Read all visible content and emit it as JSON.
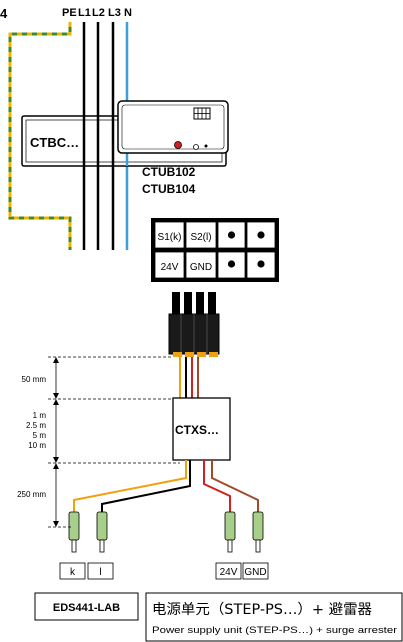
{
  "figure_number": "4",
  "conductors": {
    "pe": "PE",
    "l1": "L1",
    "l2": "L2",
    "l3": "L3",
    "n": "N"
  },
  "ct_body_label": "CTBC…",
  "ctub_models": [
    "CTUB102",
    "CTUB104"
  ],
  "terminal_block": {
    "top_row": [
      "S1(k)",
      "S2(l)"
    ],
    "bottom_row": [
      "24V",
      "GND"
    ]
  },
  "cable_lengths": {
    "first": "50 mm",
    "options": [
      "1 m",
      "2.5 m",
      "5 m",
      "10 m"
    ],
    "last": "250 mm"
  },
  "ctxs_label": "CTXS…",
  "pin_labels": [
    "k",
    "l",
    "24V",
    "GND"
  ],
  "eds_label": "EDS441-LAB",
  "psu_label_cn": "电源单元（STEP-PS…）+ 避雷器",
  "psu_label_en": "Power supply unit (STEP-PS…) + surge arrester",
  "colors": {
    "pe_yellow": "#e8b400",
    "pe_green": "#3f8a2f",
    "n_blue": "#3d9fd8",
    "wire_orange": "#f0a010",
    "wire_red": "#d02020",
    "wire_brown": "#a04a2a",
    "ferrule_green": "#a8cf8a"
  }
}
